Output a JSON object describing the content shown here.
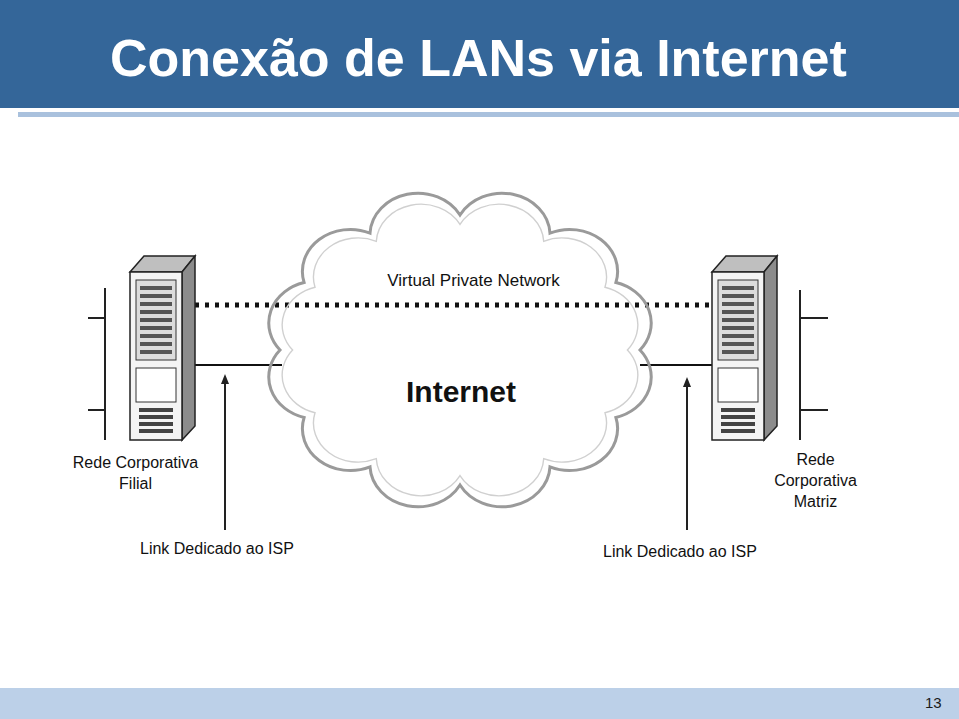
{
  "diagram": {
    "title": "Conexão de LANs via Internet",
    "nodes": [
      {
        "text": [
          "Rede Corporativa Filial"
        ]
      },
      {
        "text": [
          "Internet"
        ]
      },
      {
        "text": [
          "Rede Corporativa Matriz"
        ]
      }
    ],
    "edges": [
      {
        "from": 0,
        "to": 1,
        "arrow": "none"
      },
      {
        "from": 1,
        "to": 2,
        "arrow": "none"
      },
      {
        "from": 0,
        "to": 2,
        "label": "Virtual Private Network",
        "arrow": "none"
      }
    ],
    "labels": [
      "Link Dedicado ao ISP",
      "Link Dedicado ao ISP",
      "13"
    ]
  }
}
